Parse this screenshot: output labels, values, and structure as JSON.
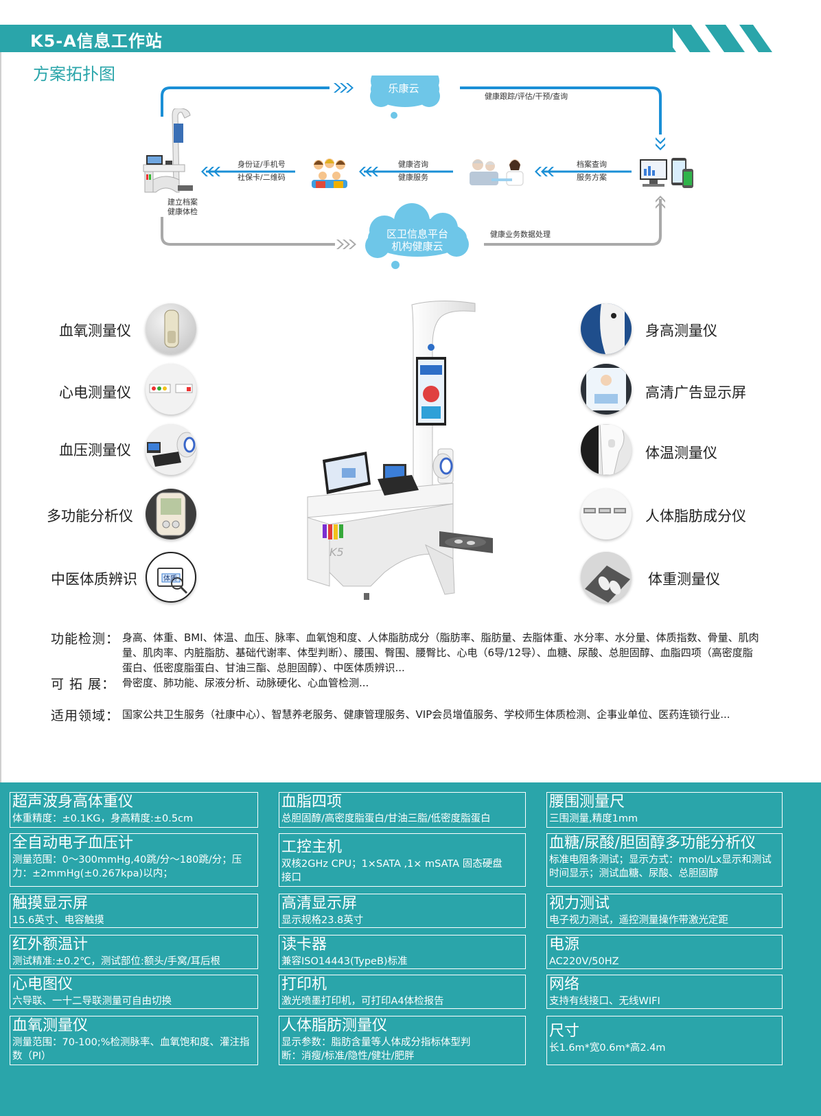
{
  "header": {
    "title": "K5-A信息工作站"
  },
  "section_title": "方案拓扑图",
  "topology": {
    "cloud_top": "乐康云",
    "cloud_bottom_line1": "区卫信息平台",
    "cloud_bottom_line2": "机构健康云",
    "top_right_label": "健康跟踪/评估/干预/查询",
    "bottom_right_label": "健康业务数据处理",
    "kiosk_label_line1": "建立档案",
    "kiosk_label_line2": "健康体检",
    "id_label_line1": "身份证/手机号",
    "id_label_line2": "社保卡/二维码",
    "consult_line1": "健康咨询",
    "consult_line2": "健康服务",
    "archive_line1": "档案查询",
    "archive_line2": "服务方案"
  },
  "features_left": [
    {
      "label": "血氧测量仪",
      "icon": "spo2-sensor-icon"
    },
    {
      "label": "心电测量仪",
      "icon": "ecg-icon"
    },
    {
      "label": "血压测量仪",
      "icon": "blood-pressure-icon"
    },
    {
      "label": "多功能分析仪",
      "icon": "analyzer-icon"
    },
    {
      "label": "中医体质辨识",
      "icon": "tcm-icon",
      "icon_text": "体质"
    }
  ],
  "features_right": [
    {
      "label": "身高测量仪",
      "icon": "height-sensor-icon"
    },
    {
      "label": "高清广告显示屏",
      "icon": "display-icon"
    },
    {
      "label": "体温测量仪",
      "icon": "thermometer-icon"
    },
    {
      "label": "人体脂肪成分仪",
      "icon": "body-fat-icon"
    },
    {
      "label": "体重测量仪",
      "icon": "scale-icon"
    }
  ],
  "description": {
    "func_key": "功能检测：",
    "func_text": "身高、体重、BMI、体温、血压、脉率、血氧饱和度、人体脂肪成分（脂肪率、脂肪量、去脂体重、水分率、水分量、体质指数、骨量、肌肉量、肌肉率、内脏脂肪、基础代谢率、体型判断）、腰围、臀围、腰臀比、心电（6导/12导）、血糖、尿酸、总胆固醇、血脂四项（高密度脂蛋白、低密度脂蛋白、甘油三酯、总胆固醇）、中医体质辨识...",
    "ext_key": "可 拓 展：",
    "ext_text": "骨密度、肺功能、尿液分析、动脉硬化、心血管检测...",
    "field_key": "适用领域：",
    "field_text": "国家公共卫生服务（社康中心）、智慧养老服务、健康管理服务、VIP会员增值服务、学校师生体质检测、企事业单位、医药连锁行业..."
  },
  "specs": [
    {
      "title": "超声波身高体重仪",
      "body": "体重精度：±0.1KG，身高精度:±0.5cm"
    },
    {
      "title": "血脂四项",
      "body": "总胆固醇/高密度脂蛋白/甘油三脂/低密度脂蛋白"
    },
    {
      "title": "腰围测量尺",
      "body": "三围测量,精度1mm"
    },
    {
      "title": "全自动电子血压计",
      "body": "测量范围：0～300mmHg,40跳/分～180跳/分；压力：±2mmHg(±0.267kpa)以内；"
    },
    {
      "title": "工控主机",
      "body": "双核2GHz CPU；1×SATA ,1× mSATA 固态硬盘接口"
    },
    {
      "title": "血糖/尿酸/胆固醇多功能分析仪",
      "body": "标准电阻条测试；显示方式：mmol/Lx显示和测试时间显示；测试血糖、尿酸、总胆固醇"
    },
    {
      "title": "触摸显示屏",
      "body": "15.6英寸、电容触摸"
    },
    {
      "title": "高清显示屏",
      "body": "显示规格23.8英寸"
    },
    {
      "title": "视力测试",
      "body": "电子视力测试，遥控测量操作带激光定距"
    },
    {
      "title": "红外额温计",
      "body": "测试精准:±0.2℃，测试部位:额头/手窝/耳后根"
    },
    {
      "title": "读卡器",
      "body": "兼容ISO14443(TypeB)标准"
    },
    {
      "title": "电源",
      "body": "AC220V/50HZ"
    },
    {
      "title": "心电图仪",
      "body": "六导联、一十二导联测量可自由切换"
    },
    {
      "title": "打印机",
      "body": "激光喷墨打印机，可打印A4体检报告"
    },
    {
      "title": "网络",
      "body": "支持有线接口、无线WIFI"
    },
    {
      "title": "血氧测量仪",
      "body": "测量范围：70-100;%检测脉率、血氧饱和度、灌注指数（PI）"
    },
    {
      "title": "人体脂肪测量仪",
      "body": "显示参数：脂肪含量等人体成分指标体型判断：消瘦/标准/隐性/健壮/肥胖"
    },
    {
      "title": "尺寸",
      "body": "长1.6m*宽0.6m*高2.4m"
    }
  ]
}
